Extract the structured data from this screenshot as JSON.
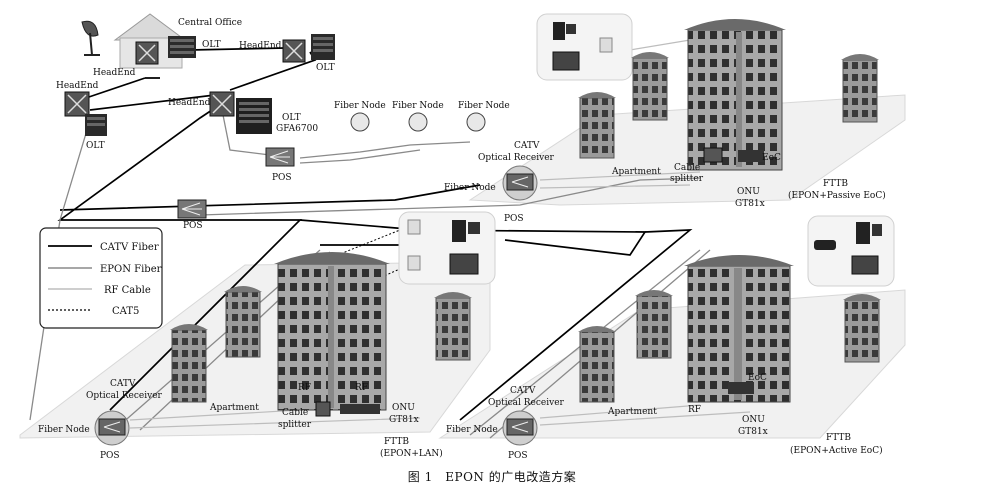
{
  "caption": "图 1　EPON 的广电改造方案",
  "legend": [
    {
      "label": "CATV Fiber",
      "style": "catv"
    },
    {
      "label": "EPON Fiber",
      "style": "epon"
    },
    {
      "label": "RF Cable",
      "style": "rf"
    },
    {
      "label": "CAT5",
      "style": "cat5"
    }
  ],
  "core": {
    "central_office": "Central Office",
    "olt_a": "OLT",
    "headend_a": "HeadEnd",
    "olt_b": "OLT",
    "headend_b": "HeadEnd",
    "headend_left": "HeadEnd",
    "olt_left": "OLT",
    "headend_c": "HeadEnd",
    "olt_gfa_line1": "OLT",
    "olt_gfa_line2": "GFA6700",
    "pos_top": "POS",
    "fiber_node_1": "Fiber Node",
    "fiber_node_2": "Fiber Node",
    "fiber_node_3": "Fiber Node",
    "pos_mid": "POS"
  },
  "scenario_passive": {
    "receiver_line1": "CATV",
    "receiver_line2": "Optical Receiver",
    "fiber_node": "Fiber Node",
    "pos": "POS",
    "apartment": "Apartment",
    "cable_line1": "Cable",
    "cable_line2": "splitter",
    "eoc": "EoC",
    "onu": "ONU",
    "onu_model": "GT81x",
    "fttb_line1": "FTTB",
    "fttb_line2": "(EPON+Passive EoC)"
  },
  "scenario_lan": {
    "receiver_line1": "CATV",
    "receiver_line2": "Optical Receiver",
    "fiber_node": "Fiber Node",
    "pos": "POS",
    "apartment": "Apartment",
    "rf_left": "RF",
    "rf_right": "RF",
    "cable_line1": "Cable",
    "cable_line2": "splitter",
    "onu": "ONU",
    "onu_model": "GT81x",
    "fttb_line1": "FTTB",
    "fttb_line2": "(EPON+LAN)"
  },
  "scenario_active": {
    "receiver_line1": "CATV",
    "receiver_line2": "Optical Receiver",
    "fiber_node": "Fiber Node",
    "pos": "POS",
    "apartment": "Apartment",
    "rf": "RF",
    "eoc": "EoC",
    "onu": "ONU",
    "onu_model": "GT81x",
    "fttb_line1": "FTTB",
    "fttb_line2": "(EPON+Active EoC)"
  }
}
